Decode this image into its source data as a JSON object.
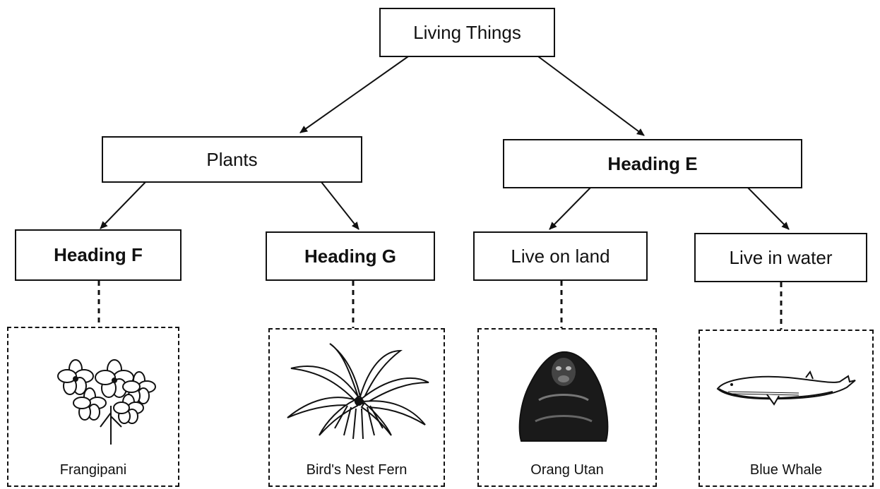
{
  "nodes": {
    "root": "Living Things",
    "plants": "Plants",
    "heading_e": "Heading E",
    "heading_f": "Heading F",
    "heading_g": "Heading G",
    "live_on_land": "Live on land",
    "live_in_water": "Live in water"
  },
  "examples": {
    "frangipani": "Frangipani",
    "birds_nest_fern": "Bird's Nest Fern",
    "orang_utan": "Orang Utan",
    "blue_whale": "Blue Whale"
  },
  "colors": {
    "line": "#111111",
    "background": "#ffffff"
  },
  "icons": [
    "frangipani-icon",
    "fern-icon",
    "orangutan-icon",
    "whale-icon"
  ]
}
